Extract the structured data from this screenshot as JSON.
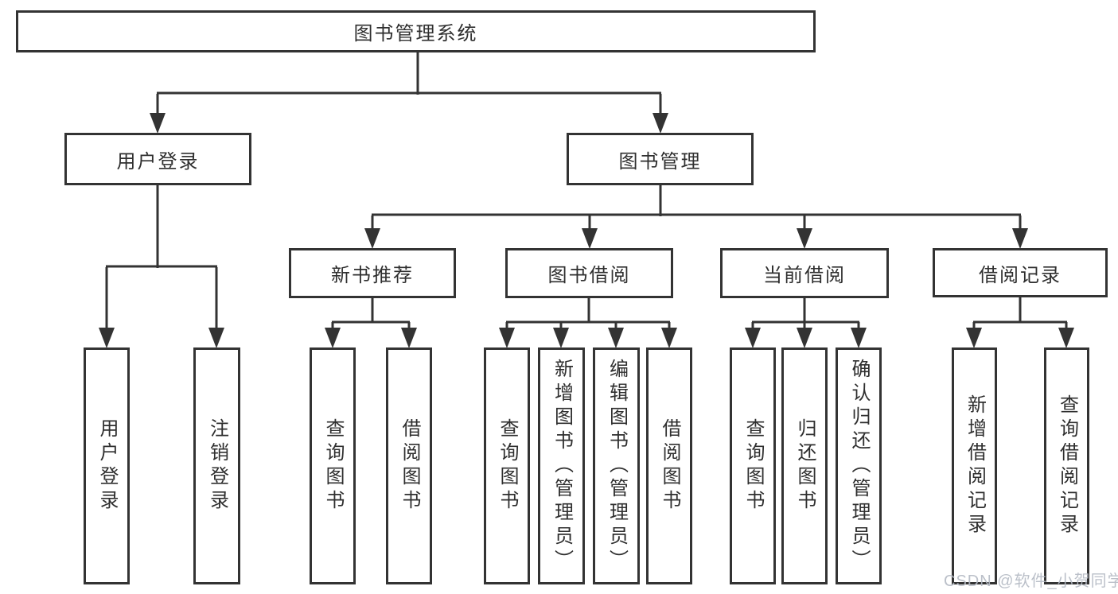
{
  "root": {
    "label": "图书管理系统"
  },
  "level2": {
    "user_login": {
      "label": "用户登录"
    },
    "book_management": {
      "label": "图书管理"
    }
  },
  "level3": {
    "new_book_recommend": {
      "label": "新书推荐"
    },
    "book_borrow": {
      "label": "图书借阅"
    },
    "current_borrow": {
      "label": "当前借阅"
    },
    "borrow_record": {
      "label": "借阅记录"
    }
  },
  "leaves": {
    "user_login_leaf": {
      "label": "用户登录"
    },
    "logout": {
      "label": "注销登录"
    },
    "recommend_query_book": {
      "label": "查询图书"
    },
    "recommend_borrow_book": {
      "label": "借阅图书"
    },
    "borrow_query_book": {
      "label": "查询图书"
    },
    "borrow_add_book": {
      "label": "新增图书（管理员）"
    },
    "borrow_edit_book": {
      "label": "编辑图书（管理员）"
    },
    "borrow_borrow_book": {
      "label": "借阅图书"
    },
    "current_query_book": {
      "label": "查询图书"
    },
    "current_return_book": {
      "label": "归还图书"
    },
    "current_confirm_return": {
      "label": "确认归还（管理员）"
    },
    "record_add": {
      "label": "新增借阅记录"
    },
    "record_query": {
      "label": "查询借阅记录"
    }
  },
  "watermark": "CSDN @软件_小贺同学",
  "colors": {
    "line": "#333333",
    "text": "#2f2f2f",
    "watermark": "#b4bac4",
    "background": "#ffffff"
  }
}
